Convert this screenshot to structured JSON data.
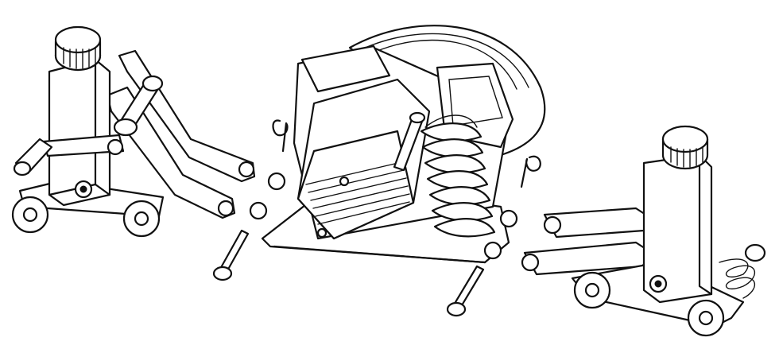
{
  "diagram": {
    "background": "#ffffff",
    "line_color": "#111111",
    "style": "exploded isometric line drawing",
    "parts": [
      {
        "id": "left-carriage",
        "icon": "wheeled-bracket-with-knob-and-crank-handle"
      },
      {
        "id": "saw-motor-unit",
        "icon": "cut-off-saw-with-motor-blade-guard-and-spring"
      },
      {
        "id": "right-carriage",
        "icon": "wheeled-bracket-with-knob-and-spring"
      },
      {
        "id": "pins",
        "count": 2,
        "icon": "clevis-pin"
      },
      {
        "id": "r-clips",
        "count": 2,
        "icon": "r-clip"
      }
    ]
  }
}
